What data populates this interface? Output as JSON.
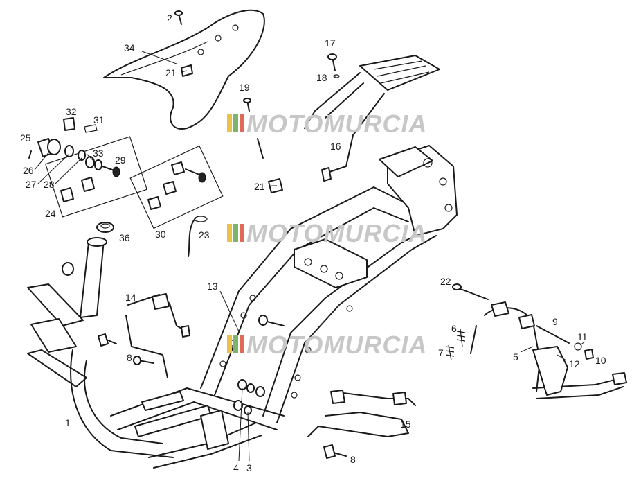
{
  "watermark": {
    "text": "MOTOMURCIA",
    "flag_colors": [
      "#e8c24a",
      "#7fb26a",
      "#e06a5a",
      "#c9c9c9"
    ],
    "text_color": "#c7c7c7"
  },
  "callouts": [
    "1",
    "2",
    "3",
    "4",
    "5",
    "6",
    "7",
    "8",
    "8",
    "9",
    "10",
    "11",
    "12",
    "13",
    "14",
    "15",
    "16",
    "17",
    "18",
    "19",
    "21",
    "21",
    "22",
    "23",
    "24",
    "25",
    "26",
    "27",
    "28",
    "29",
    "30",
    "31",
    "32",
    "33",
    "34",
    "36"
  ]
}
